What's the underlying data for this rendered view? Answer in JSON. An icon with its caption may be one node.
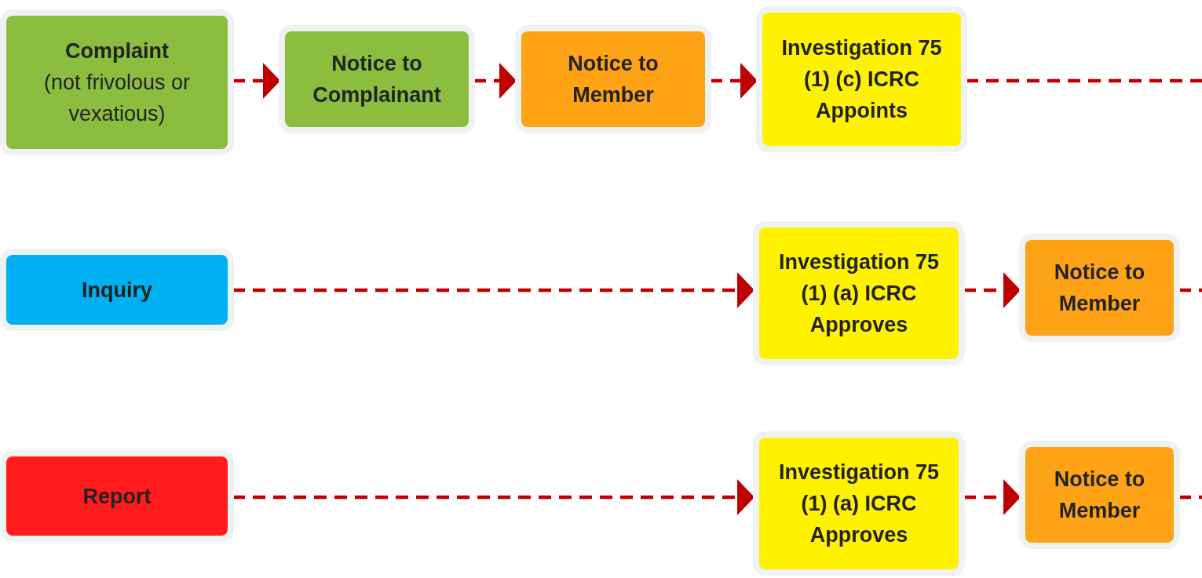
{
  "diagram": {
    "nodes": [
      {
        "text": [
          "Complaint",
          "(not frivolous or vexatious)"
        ]
      },
      {
        "text": [
          "Notice to Complainant"
        ]
      },
      {
        "text": [
          "Notice to Member"
        ]
      },
      {
        "text": [
          "Investigation 75 (1) (c) ICRC Appoints"
        ]
      },
      {
        "text": [
          "Inquiry"
        ]
      },
      {
        "text": [
          "Investigation 75 (1) (a) ICRC Approves"
        ]
      },
      {
        "text": [
          "Notice to Member"
        ]
      },
      {
        "text": [
          "Report"
        ]
      },
      {
        "text": [
          "Investigation 75 (1) (a) ICRC Approves"
        ]
      },
      {
        "text": [
          "Notice to Member"
        ]
      }
    ],
    "edges": [
      {
        "from": 0,
        "to": 1,
        "arrow": "to",
        "style": "dashed"
      },
      {
        "from": 1,
        "to": 2,
        "arrow": "to",
        "style": "dashed"
      },
      {
        "from": 2,
        "to": 3,
        "arrow": "to",
        "style": "dashed"
      },
      {
        "from": 3,
        "to": null,
        "arrow": "none",
        "style": "dashed"
      },
      {
        "from": 4,
        "to": 5,
        "arrow": "to",
        "style": "dashed"
      },
      {
        "from": 5,
        "to": 6,
        "arrow": "to",
        "style": "dashed"
      },
      {
        "from": 6,
        "to": null,
        "arrow": "none",
        "style": "dashed"
      },
      {
        "from": 7,
        "to": 8,
        "arrow": "to",
        "style": "dashed"
      },
      {
        "from": 8,
        "to": 9,
        "arrow": "to",
        "style": "dashed"
      },
      {
        "from": 9,
        "to": null,
        "arrow": "none",
        "style": "dashed"
      }
    ]
  }
}
